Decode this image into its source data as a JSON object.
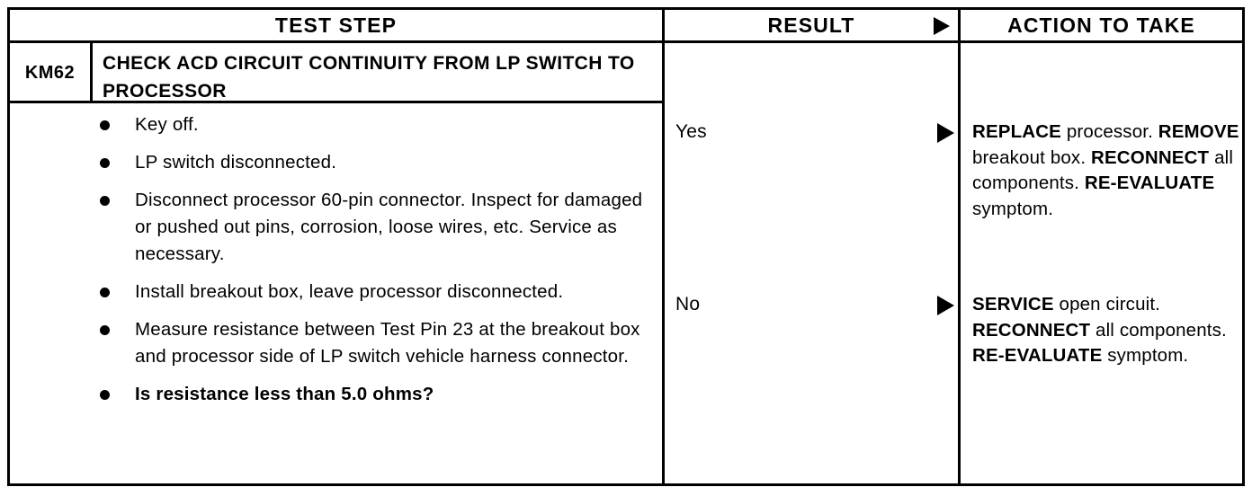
{
  "table": {
    "headers": {
      "test_step": "TEST STEP",
      "result": "RESULT",
      "action": "ACTION TO TAKE",
      "result_arrow_icon": "right-triangle-arrow-icon"
    },
    "step": {
      "id": "KM62",
      "title": "CHECK ACD CIRCUIT CONTINUITY FROM LP SWITCH TO PROCESSOR",
      "bullets": [
        {
          "text": "Key off.",
          "bold": false
        },
        {
          "text": "LP switch disconnected.",
          "bold": false
        },
        {
          "text": "Disconnect processor 60-pin connector. Inspect for damaged or pushed out pins, corrosion, loose wires, etc. Service as necessary.",
          "bold": false
        },
        {
          "text": "Install breakout box, leave processor disconnected.",
          "bold": false
        },
        {
          "text": "Measure resistance between Test Pin 23 at the breakout box and processor side of LP switch vehicle harness connector.",
          "bold": false
        },
        {
          "text": "Is resistance less than 5.0 ohms?",
          "bold": true
        }
      ]
    },
    "rows": [
      {
        "result": "Yes",
        "arrow_icon": "right-triangle-arrow-icon",
        "action_parts": [
          {
            "text": "REPLACE",
            "bold": true
          },
          {
            "text": " processor. ",
            "bold": false
          },
          {
            "text": "REMOVE",
            "bold": true
          },
          {
            "text": " breakout box. ",
            "bold": false
          },
          {
            "text": "RECONNECT",
            "bold": true
          },
          {
            "text": " all components. ",
            "bold": false
          },
          {
            "text": "RE-EVALUATE",
            "bold": true
          },
          {
            "text": " symptom.",
            "bold": false
          }
        ]
      },
      {
        "result": "No",
        "arrow_icon": "right-triangle-arrow-icon",
        "action_parts": [
          {
            "text": "SERVICE",
            "bold": true
          },
          {
            "text": " open circuit. ",
            "bold": false
          },
          {
            "text": "RECONNECT",
            "bold": true
          },
          {
            "text": " all components. ",
            "bold": false
          },
          {
            "text": "RE-EVALUATE",
            "bold": true
          },
          {
            "text": " symptom.",
            "bold": false
          }
        ]
      }
    ]
  },
  "colors": {
    "ink": "#000000",
    "paper": "#ffffff"
  }
}
